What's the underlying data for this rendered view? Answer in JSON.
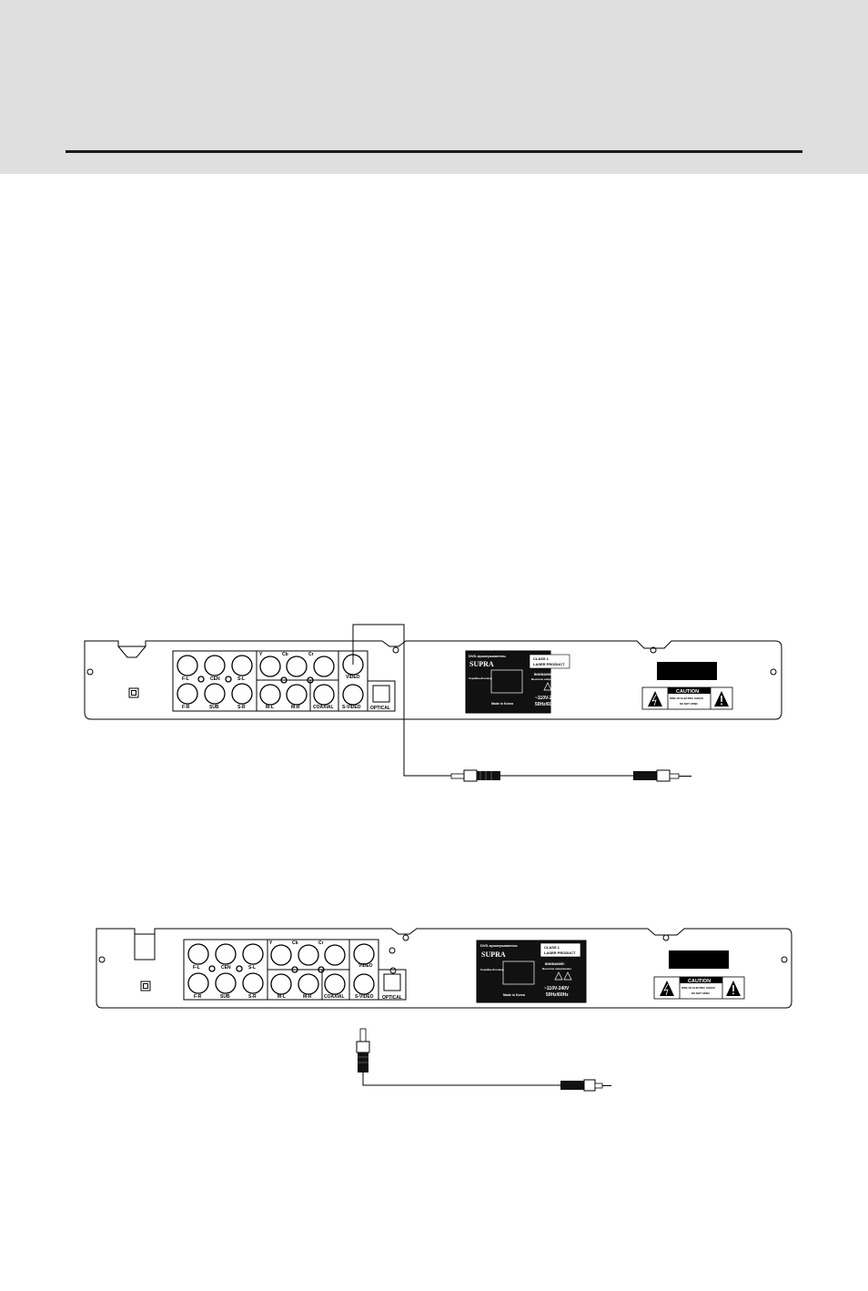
{
  "panel": {
    "ports_top": [
      "F-L",
      "CEN",
      "S-L"
    ],
    "ports_bottom": [
      "F-R",
      "SUB",
      "S-R"
    ],
    "component": [
      "Y",
      "Cb",
      "Cr"
    ],
    "mix_bottom": [
      "M-L",
      "M-R",
      "COAXIAL"
    ],
    "video": "VIDEO",
    "svideo": "S-VIDEO",
    "optical": "OPTICAL",
    "label_brand_line": "DVD-проигрыватель",
    "label_brand": "SUPRA",
    "label_model": "Серийный номер",
    "label_made": "Made in Korea",
    "class_line1": "CLASS 1",
    "class_line2": "LASER PRODUCT",
    "warning_line1": "ВНИМАНИЕ!",
    "warning_line2": "Высокое напряжение",
    "voltage": "~110V-240V",
    "freq": "50Hz/60Hz",
    "caution": "CAUTION",
    "caution_line1": "RISK OF ELECTRIC SHOCK",
    "caution_line2": "DO NOT OPEN"
  }
}
